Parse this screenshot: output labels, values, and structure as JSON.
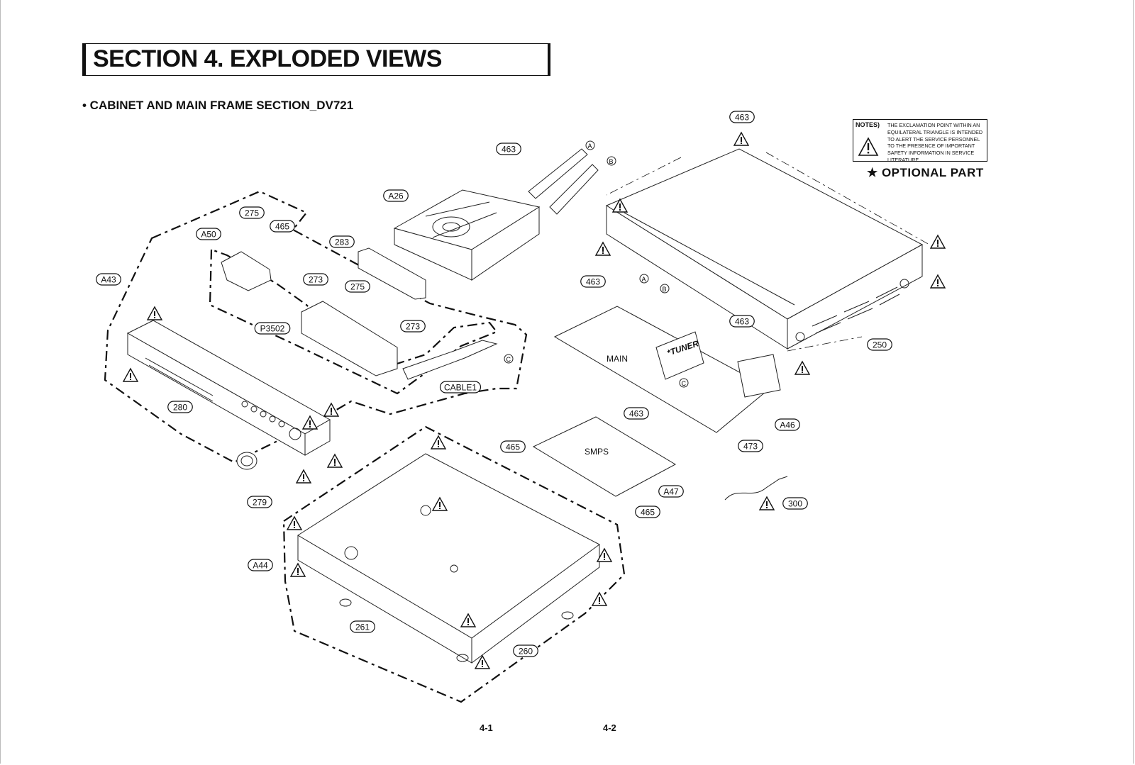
{
  "header": {
    "section_title": "SECTION 4. EXPLODED VIEWS",
    "subtitle": "• CABINET AND MAIN FRAME SECTION_DV721"
  },
  "notes": {
    "label": "NOTES)",
    "text": "THE EXCLAMATION POINT WITHIN AN EQUILATERAL TRIANGLE IS INTENDED TO ALERT THE SERVICE PERSONNEL TO THE PRESENCE OF IMPORTANT SAFETY INFORMATION IN SERVICE LITERATURE.",
    "optional_part": "★ OPTIONAL PART"
  },
  "boards": {
    "main": "MAIN",
    "tuner": "*TUNER",
    "smps": "SMPS"
  },
  "connectors": [
    "A",
    "B",
    "C"
  ],
  "callouts": [
    "463",
    "463",
    "463",
    "463",
    "A26",
    "283",
    "275",
    "465",
    "A50",
    "273",
    "A43",
    "275",
    "273",
    "P3502",
    "CABLE1",
    "280",
    "279",
    "465",
    "463",
    "A47",
    "465",
    "A44",
    "261",
    "260",
    "250",
    "A46",
    "473",
    "300"
  ],
  "footer": {
    "page_left": "4-1",
    "page_right": "4-2"
  }
}
